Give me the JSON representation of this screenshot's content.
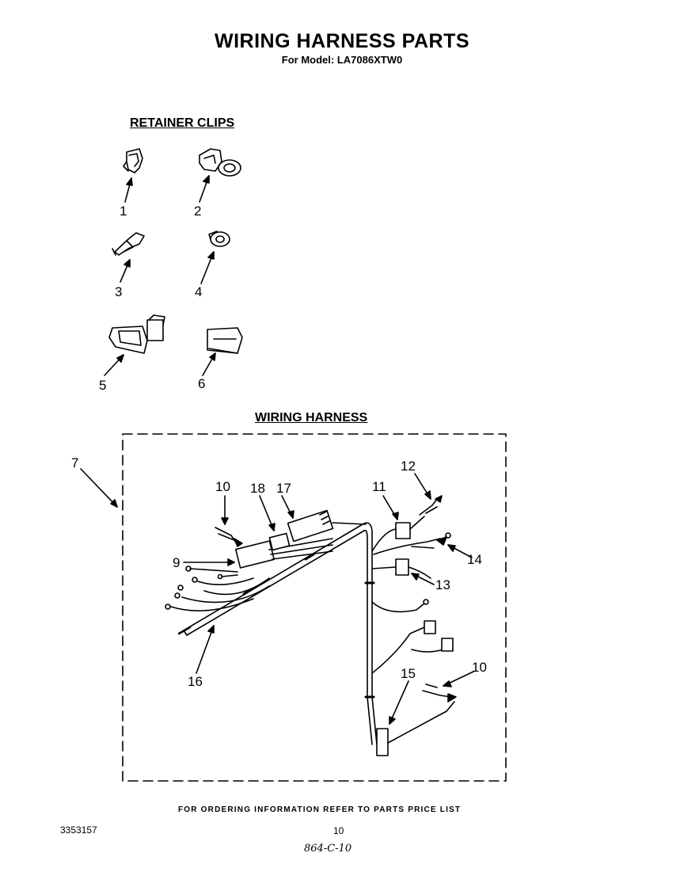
{
  "header": {
    "title": "WIRING HARNESS PARTS",
    "subtitle": "For Model: LA7086XTW0"
  },
  "sections": {
    "retainer_clips": "RETAINER CLIPS",
    "wiring_harness": "WIRING HARNESS"
  },
  "callouts": {
    "c1": "1",
    "c2": "2",
    "c3": "3",
    "c4": "4",
    "c5": "5",
    "c6": "6",
    "c7": "7",
    "c9": "9",
    "c10a": "10",
    "c10b": "10",
    "c11": "11",
    "c12": "12",
    "c13": "13",
    "c14": "14",
    "c15": "15",
    "c16": "16",
    "c17": "17",
    "c18": "18"
  },
  "footer": {
    "ordering_note": "FOR ORDERING INFORMATION REFER TO PARTS PRICE LIST",
    "doc_number": "3353157",
    "page_number": "10",
    "handwritten": "864-C-10"
  }
}
